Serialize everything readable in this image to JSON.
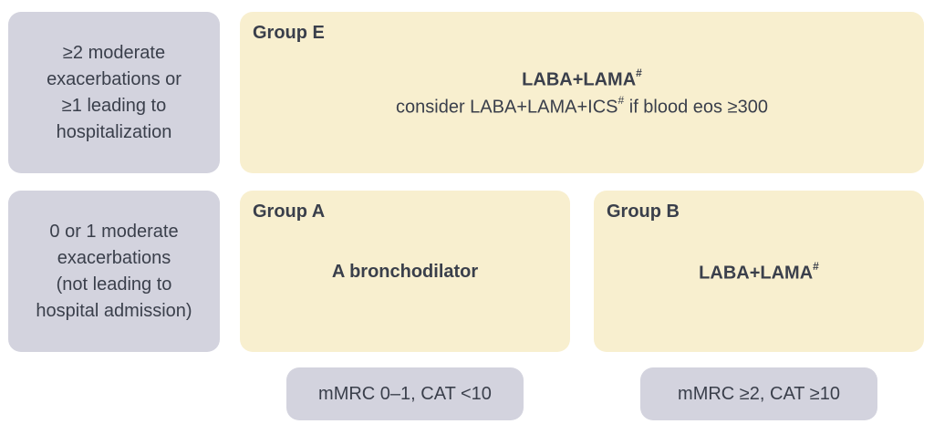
{
  "rows": {
    "high": {
      "label_lines": [
        "≥2 moderate",
        "exacerbations or",
        "≥1 leading to",
        "hospitalization"
      ]
    },
    "low": {
      "label_lines": [
        "0 or 1 moderate",
        "exacerbations",
        "(not leading to",
        "hospital admission)"
      ]
    }
  },
  "groups": {
    "E": {
      "title": "Group E",
      "main": "LABA+LAMA",
      "main_sup": "#",
      "secondary_pre": "consider LABA+LAMA+ICS",
      "secondary_sup": "#",
      "secondary_post": " if blood eos ≥300"
    },
    "A": {
      "title": "Group A",
      "main": "A bronchodilator"
    },
    "B": {
      "title": "Group B",
      "main": "LABA+LAMA",
      "main_sup": "#"
    }
  },
  "columns": {
    "left": "mMRC 0–1, CAT <10",
    "right": "mMRC ≥2, CAT ≥10"
  }
}
